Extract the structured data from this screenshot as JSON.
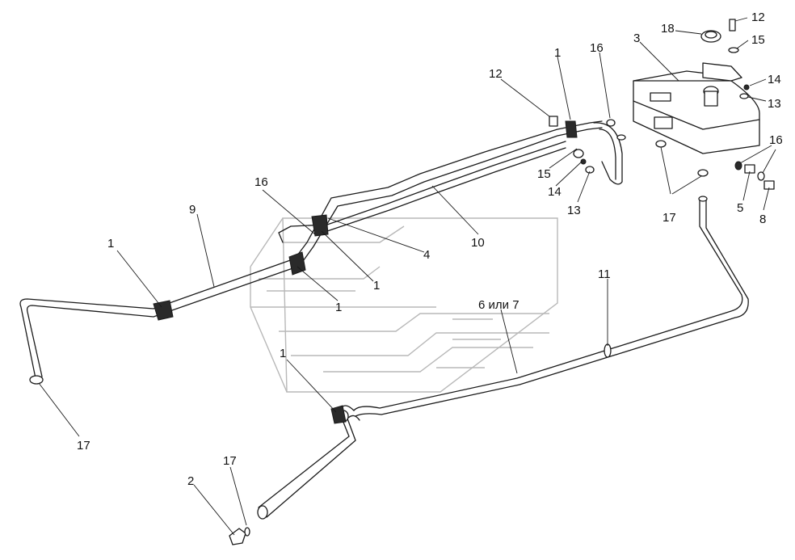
{
  "callouts": [
    {
      "id": "c1a",
      "text": "1"
    },
    {
      "id": "c1b",
      "text": "1"
    },
    {
      "id": "c1c",
      "text": "1"
    },
    {
      "id": "c1d",
      "text": "1"
    },
    {
      "id": "c1e",
      "text": "1"
    },
    {
      "id": "c2",
      "text": "2"
    },
    {
      "id": "c3",
      "text": "3"
    },
    {
      "id": "c4",
      "text": "4"
    },
    {
      "id": "c5",
      "text": "5"
    },
    {
      "id": "c67",
      "text": "6 или 7"
    },
    {
      "id": "c8",
      "text": "8"
    },
    {
      "id": "c9",
      "text": "9"
    },
    {
      "id": "c10",
      "text": "10"
    },
    {
      "id": "c11",
      "text": "11"
    },
    {
      "id": "c12a",
      "text": "12"
    },
    {
      "id": "c12b",
      "text": "12"
    },
    {
      "id": "c13a",
      "text": "13"
    },
    {
      "id": "c13b",
      "text": "13"
    },
    {
      "id": "c14a",
      "text": "14"
    },
    {
      "id": "c14b",
      "text": "14"
    },
    {
      "id": "c15a",
      "text": "15"
    },
    {
      "id": "c15b",
      "text": "15"
    },
    {
      "id": "c16a",
      "text": "16"
    },
    {
      "id": "c16b",
      "text": "16"
    },
    {
      "id": "c16c",
      "text": "16"
    },
    {
      "id": "c17a",
      "text": "17"
    },
    {
      "id": "c17b",
      "text": "17"
    },
    {
      "id": "c17c",
      "text": "17"
    },
    {
      "id": "c18",
      "text": "18"
    }
  ]
}
